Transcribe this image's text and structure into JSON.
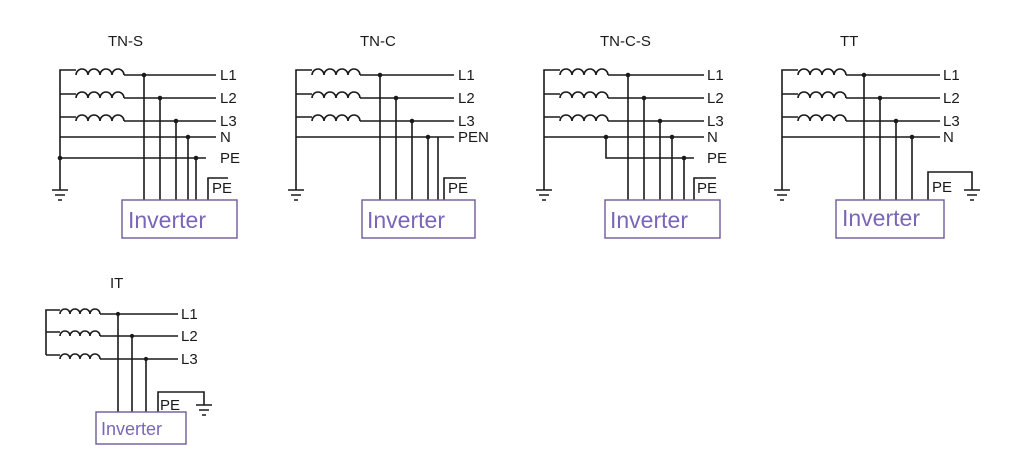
{
  "diagrams": [
    {
      "title": "TN-S",
      "lines": [
        "L1",
        "L2",
        "L3",
        "N",
        "PE"
      ],
      "pe_label": "PE",
      "inverter_label": "Inverter"
    },
    {
      "title": "TN-C",
      "lines": [
        "L1",
        "L2",
        "L3",
        "PEN"
      ],
      "pe_label": "PE",
      "inverter_label": "Inverter"
    },
    {
      "title": "TN-C-S",
      "lines": [
        "L1",
        "L2",
        "L3",
        "N",
        "PE"
      ],
      "pe_label": "PE",
      "inverter_label": "Inverter"
    },
    {
      "title": "TT",
      "lines": [
        "L1",
        "L2",
        "L3",
        "N"
      ],
      "pe_label": "PE",
      "inverter_label": "Inverter"
    },
    {
      "title": "IT",
      "lines": [
        "L1",
        "L2",
        "L3"
      ],
      "pe_label": "PE",
      "inverter_label": "Inverter"
    }
  ],
  "colors": {
    "wire": "#1a1a1a",
    "inverter_text": "#7a66b8",
    "inverter_border": "#6e5a97"
  }
}
